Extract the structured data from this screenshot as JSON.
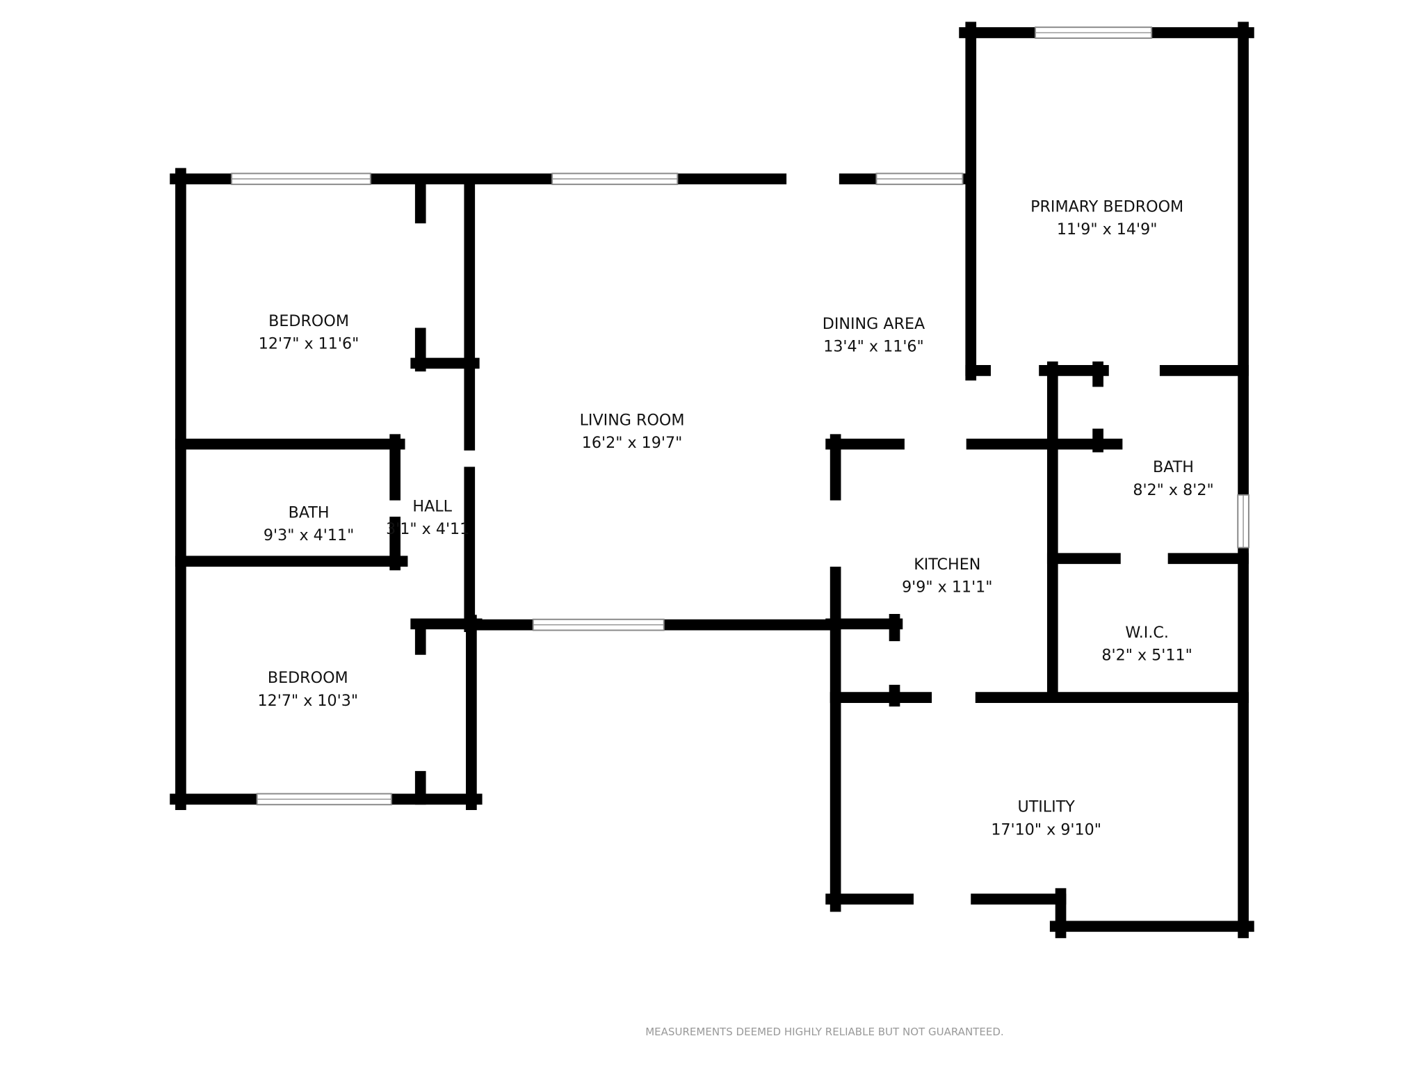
{
  "rooms": [
    {
      "name": "PRIMARY BEDROOM",
      "size": "11'9\" x 14'9\""
    },
    {
      "name": "DINING AREA",
      "size": "13'4\" x 11'6\""
    },
    {
      "name": "BEDROOM",
      "size": "12'7\" x 11'6\""
    },
    {
      "name": "LIVING ROOM",
      "size": "16'2\" x 19'7\""
    },
    {
      "name": "BATH",
      "size": "9'3\" x 4'11\""
    },
    {
      "name": "HALL",
      "size": "3'1\" x 4'11"
    },
    {
      "name": "BATH",
      "size": "8'2\" x 8'2\""
    },
    {
      "name": "KITCHEN",
      "size": "9'9\" x 11'1\""
    },
    {
      "name": "W.I.C.",
      "size": "8'2\" x 5'11\""
    },
    {
      "name": "BEDROOM",
      "size": "12'7\" x 10'3\""
    },
    {
      "name": "UTILITY",
      "size": "17'10\" x 9'10\""
    }
  ],
  "disclaimer": "MEASUREMENTS DEEMED HIGHLY RELIABLE BUT NOT GUARANTEED.",
  "colors": {
    "wall": "#000000",
    "window": "#888888",
    "text": "#111111",
    "disclaimer": "#999999"
  }
}
